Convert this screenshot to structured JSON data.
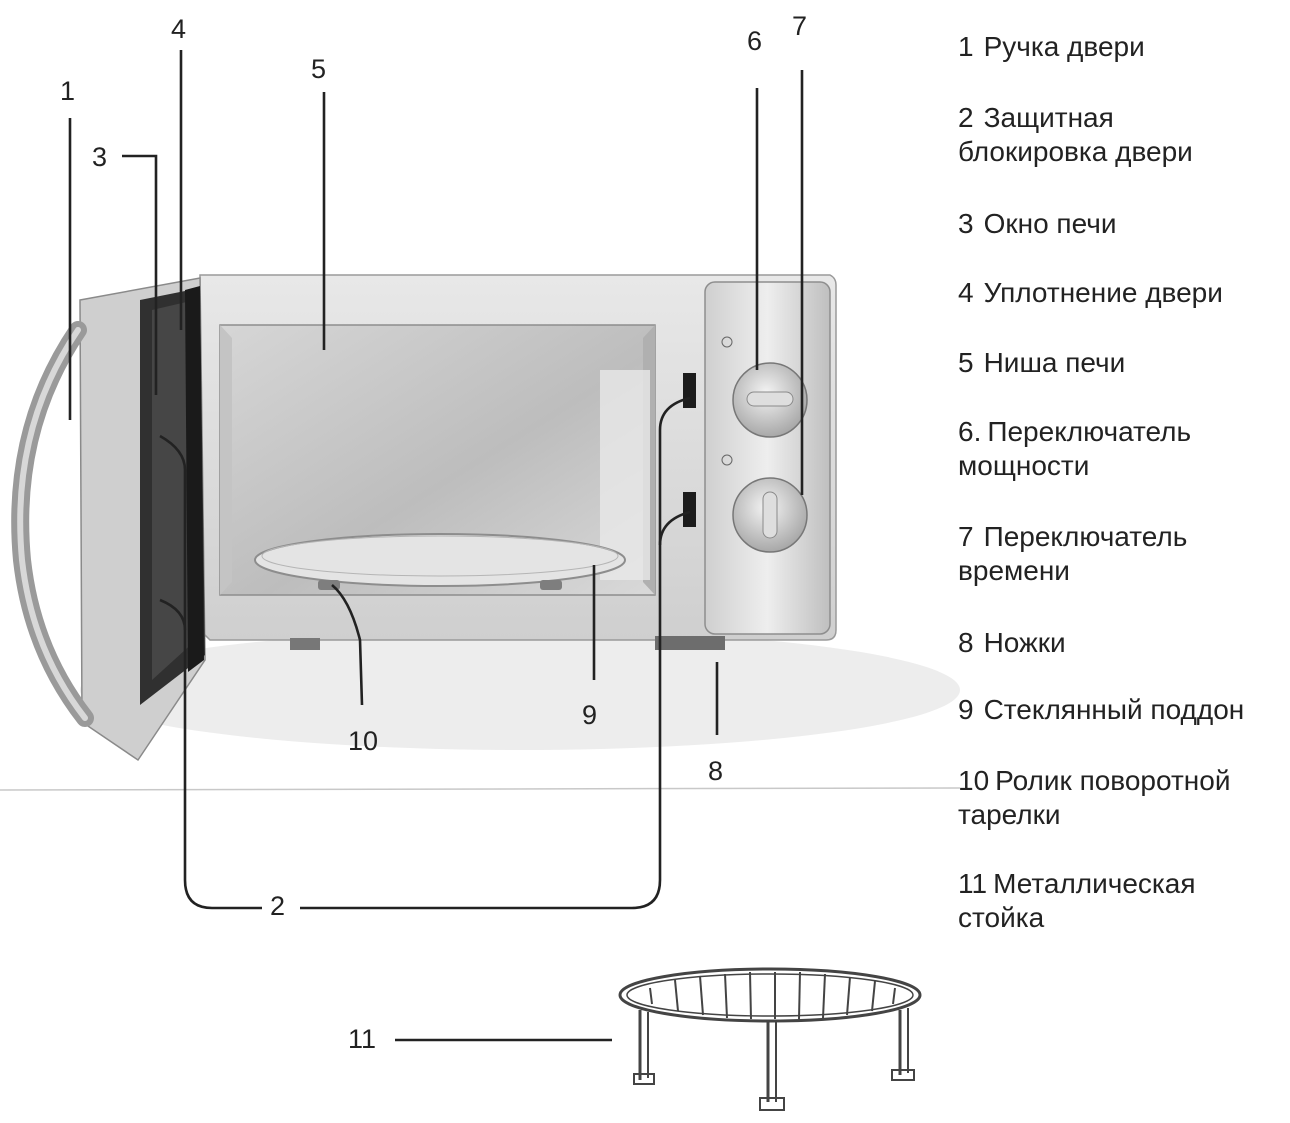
{
  "callouts": [
    "1",
    "2",
    "3",
    "4",
    "5",
    "6",
    "7",
    "8",
    "9",
    "10",
    "11"
  ],
  "legend": [
    {
      "num": "1",
      "lines": [
        "Ручка двери"
      ]
    },
    {
      "num": "2",
      "lines": [
        "Защитная",
        "блокировка двери"
      ]
    },
    {
      "num": "3",
      "lines": [
        "Окно печи"
      ]
    },
    {
      "num": "4",
      "lines": [
        "Уплотнение двери"
      ]
    },
    {
      "num": "5",
      "lines": [
        "Ниша печи"
      ]
    },
    {
      "num": "6.",
      "lines": [
        "Переключатель",
        "мощности"
      ]
    },
    {
      "num": "7",
      "lines": [
        "Переключатель",
        "времени"
      ]
    },
    {
      "num": "8",
      "lines": [
        "Ножки"
      ]
    },
    {
      "num": "9",
      "lines": [
        "Стеклянный поддон"
      ]
    },
    {
      "num": "10",
      "lines": [
        "Ролик поворотной",
        "тарелки"
      ]
    },
    {
      "num": "11",
      "lines": [
        "Металлическая",
        "стойка"
      ]
    }
  ]
}
